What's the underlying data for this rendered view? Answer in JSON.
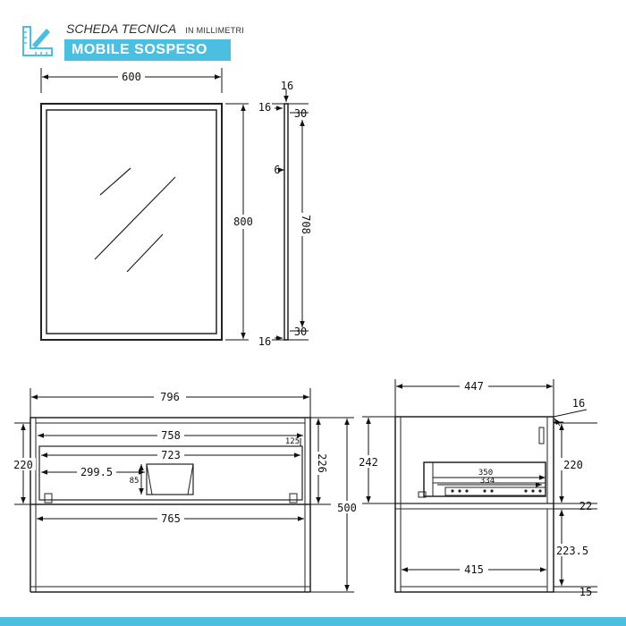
{
  "header": {
    "title": "SCHEDA TECNICA",
    "units": "IN MILLIMETRI",
    "product": "MOBILE SOSPESO",
    "icon": "ruler-pencil-icon",
    "accent_color": "#4cbfe0"
  },
  "mirror_front": {
    "width": "600",
    "height": "800"
  },
  "mirror_side": {
    "top_depth": "16",
    "top_left": "16",
    "top_offset": "30",
    "thickness": "6",
    "inner_height": "708",
    "bottom_left": "16",
    "bottom_offset": "30"
  },
  "cabinet_front": {
    "overall_width": "796",
    "inner_width": "758",
    "drawer_width": "723",
    "handle_offset": "299.5",
    "handle_height": "85",
    "top_recess": "125",
    "left_height": "220",
    "drawer_height": "226",
    "frame_width": "765",
    "total_height": "500"
  },
  "cabinet_side": {
    "depth": "447",
    "top_thickness": "16",
    "upper_height": "242",
    "drawer_section": "220",
    "runner_length": "350",
    "runner_travel": "334",
    "shelf_gap": "22",
    "lower_height": "223.5",
    "bottom_depth": "415",
    "bottom_thickness": "15"
  }
}
